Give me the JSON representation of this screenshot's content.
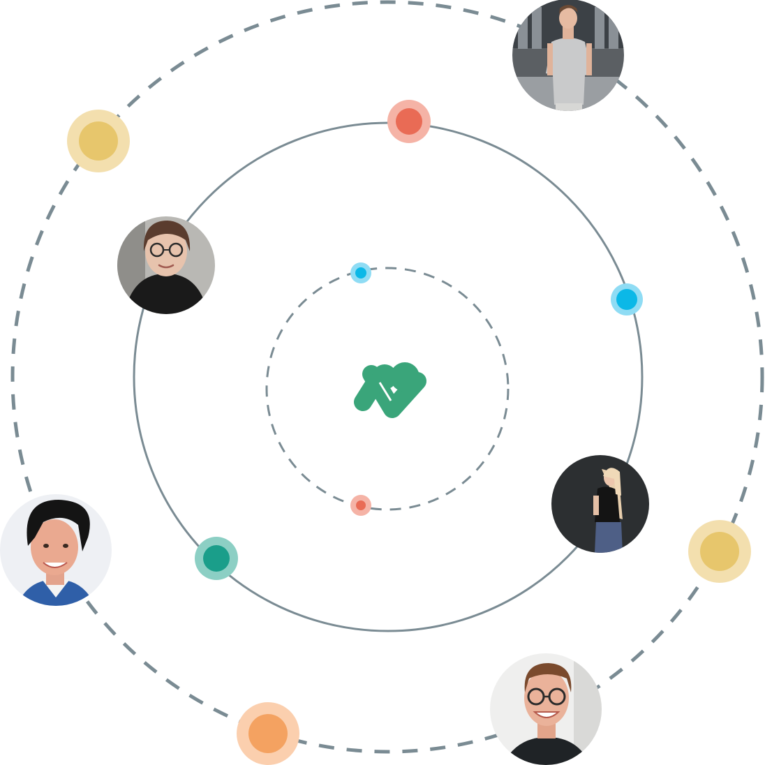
{
  "colors": {
    "ring": "#7a8b93",
    "brand_green": "#3aa57a",
    "red": "#e96b55",
    "red_halo": "#f5b3a6",
    "blue": "#0bb8e7",
    "blue_halo": "#8fdcf4",
    "gold": "#e7c66c",
    "gold_halo": "#f3dfae",
    "teal": "#1a9e8a",
    "teal_halo": "#8ccfc4",
    "orange": "#f4a261",
    "orange_halo": "#fbcfae"
  },
  "center_logo": {
    "icon": "brand-logo-icon"
  },
  "rings": [
    {
      "name": "inner-orbit",
      "style": "dashed"
    },
    {
      "name": "middle-orbit",
      "style": "solid"
    },
    {
      "name": "outer-orbit",
      "style": "dashed"
    }
  ],
  "dots": [
    {
      "name": "inner-blue-dot",
      "color": "blue"
    },
    {
      "name": "inner-red-dot",
      "color": "red"
    },
    {
      "name": "middle-red-dot",
      "color": "red"
    },
    {
      "name": "middle-blue-dot",
      "color": "blue"
    },
    {
      "name": "middle-teal-dot",
      "color": "teal"
    },
    {
      "name": "outer-gold-dot-top",
      "color": "gold"
    },
    {
      "name": "outer-gold-dot-right",
      "color": "gold"
    },
    {
      "name": "outer-orange-dot",
      "color": "orange"
    }
  ],
  "avatars": [
    {
      "name": "avatar-man-grey-shirt",
      "icon": "person-photo-icon"
    },
    {
      "name": "avatar-woman-glasses",
      "icon": "person-photo-icon"
    },
    {
      "name": "avatar-woman-blonde",
      "icon": "person-photo-icon"
    },
    {
      "name": "avatar-woman-short-hair",
      "icon": "person-photo-icon"
    },
    {
      "name": "avatar-man-glasses",
      "icon": "person-photo-icon"
    }
  ]
}
